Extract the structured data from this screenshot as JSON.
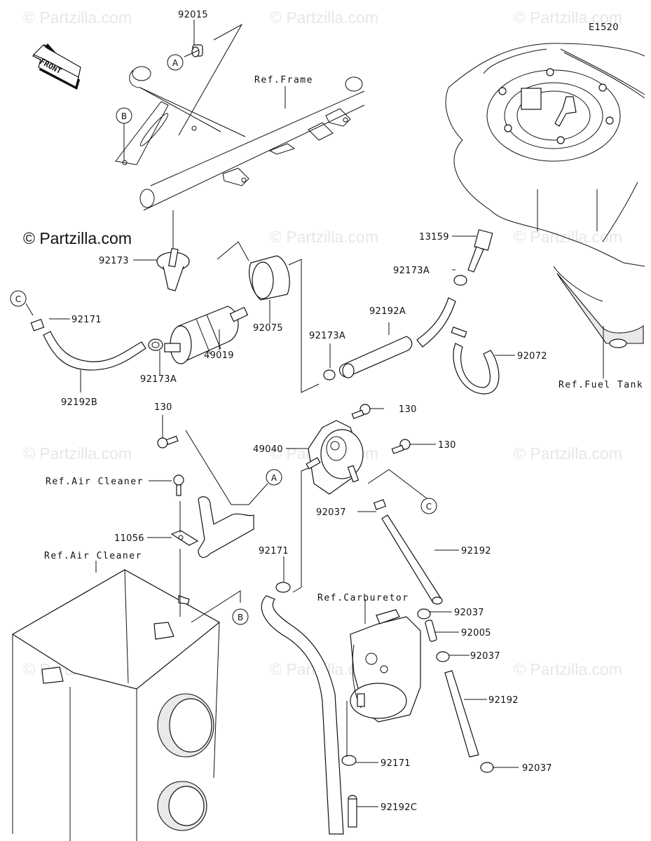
{
  "diagram": {
    "code": "E1520",
    "orientation_label": "FRONT",
    "watermark": "© Partzilla.com",
    "main_copyright": "© Partzilla.com",
    "references": {
      "frame": "Ref.Frame",
      "fuel_tank": "Ref.Fuel Tank",
      "air_cleaner_bolt": "Ref.Air Cleaner",
      "air_cleaner_box": "Ref.Air Cleaner",
      "carburetor": "Ref.Carburetor"
    },
    "callouts": {
      "A": "A",
      "B": "B",
      "C": "C"
    },
    "parts": [
      {
        "id": "p-92015",
        "number": "92015",
        "description": "collar"
      },
      {
        "id": "p-92173",
        "number": "92173",
        "description": "clamp"
      },
      {
        "id": "p-92171-top",
        "number": "92171",
        "description": "clamp"
      },
      {
        "id": "p-92192B",
        "number": "92192B",
        "description": "hose"
      },
      {
        "id": "p-92173A-left",
        "number": "92173A",
        "description": "clamp"
      },
      {
        "id": "p-49019",
        "number": "49019",
        "description": "fuel filter"
      },
      {
        "id": "p-92075",
        "number": "92075",
        "description": "band"
      },
      {
        "id": "p-92173A-mid",
        "number": "92173A",
        "description": "clamp"
      },
      {
        "id": "p-92192A",
        "number": "92192A",
        "description": "hose"
      },
      {
        "id": "p-13159",
        "number": "13159",
        "description": "joint"
      },
      {
        "id": "p-92173A-top",
        "number": "92173A",
        "description": "clamp"
      },
      {
        "id": "p-92072",
        "number": "92072",
        "description": "band"
      },
      {
        "id": "p-130-a",
        "number": "130",
        "description": "bolt"
      },
      {
        "id": "p-130-b",
        "number": "130",
        "description": "bolt"
      },
      {
        "id": "p-130-c",
        "number": "130",
        "description": "bolt"
      },
      {
        "id": "p-49040",
        "number": "49040",
        "description": "fuel pump"
      },
      {
        "id": "p-11056",
        "number": "11056",
        "description": "bracket"
      },
      {
        "id": "p-92037-a",
        "number": "92037",
        "description": "clamp"
      },
      {
        "id": "p-92192-a",
        "number": "92192",
        "description": "hose"
      },
      {
        "id": "p-92171-mid",
        "number": "92171",
        "description": "clamp"
      },
      {
        "id": "p-92037-b",
        "number": "92037",
        "description": "clamp"
      },
      {
        "id": "p-92005",
        "number": "92005",
        "description": "fitting"
      },
      {
        "id": "p-92037-c",
        "number": "92037",
        "description": "clamp"
      },
      {
        "id": "p-92192-b",
        "number": "92192",
        "description": "hose"
      },
      {
        "id": "p-92171-bot",
        "number": "92171",
        "description": "clamp"
      },
      {
        "id": "p-92037-d",
        "number": "92037",
        "description": "clamp"
      },
      {
        "id": "p-92192C",
        "number": "92192C",
        "description": "hose"
      }
    ]
  }
}
